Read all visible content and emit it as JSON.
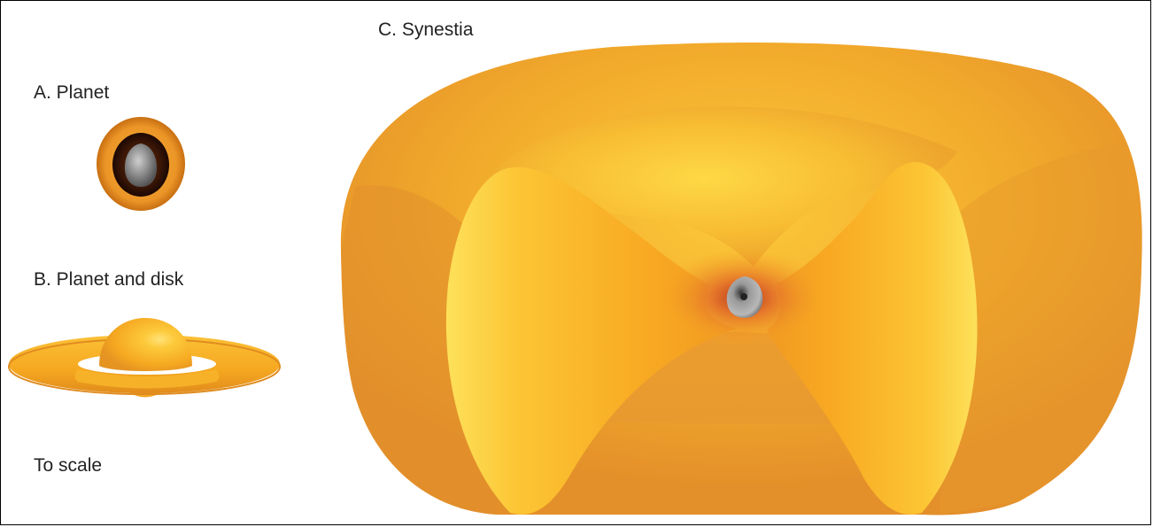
{
  "labels": {
    "planet": "A. Planet",
    "planet_and_disk": "B. Planet and disk",
    "synestia": "C. Synestia",
    "to_scale": "To scale"
  },
  "colors": {
    "orange_outer": "#e8952e",
    "orange_mid": "#f5a923",
    "yellow_light": "#fdd442",
    "core_gray": "#8c8c8c",
    "mantle_dark": "#2a1206"
  }
}
